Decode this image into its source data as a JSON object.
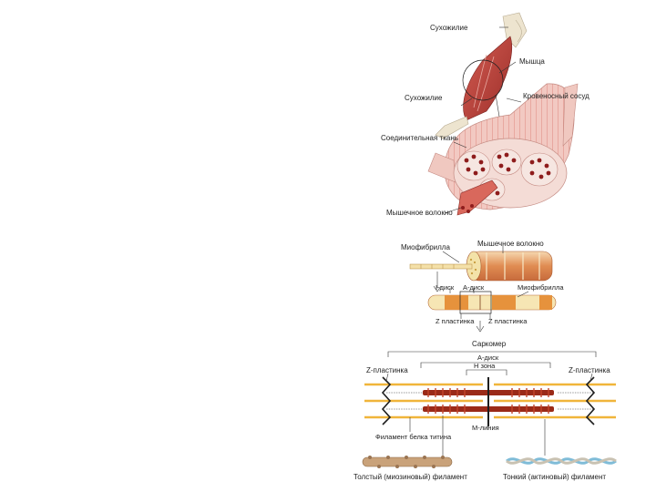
{
  "labels": {
    "tendon_top": "Сухожилие",
    "muscle": "Мышца",
    "tendon_bottom": "Сухожилие",
    "blood_vessel": "Кровеносный сосуд",
    "connective_tissue": "Соединительная ткань",
    "muscle_fiber_lower": "Мышечное волокно",
    "myofibril_left": "Миофибрилла",
    "muscle_fiber_upper": "Мышечное волокно",
    "i_disc": "I-диск",
    "a_disc_small": "A-диск",
    "myofibril_right": "Миофибрилла",
    "z_plate_1": "Z пластинка",
    "z_plate_2": "Z пластинка",
    "sarcomere": "Саркомер",
    "a_disc": "A-диск",
    "h_zone": "H зона",
    "z_plate_left": "Z-пластинка",
    "z_plate_right": "Z-пластинка",
    "m_line": "M-линия",
    "titin_filament": "Филамент белка титина",
    "thick_filament": "Толстый (миозиновый) филамент",
    "thin_filament": "Тонкий (актиновый) филамент"
  },
  "colors": {
    "muscle": "#c8524a",
    "tendon": "#efe7d4",
    "bundle": "#ecb9b3",
    "fiber_dot": "#8e1c1c",
    "myofibril_band": "#e6923c",
    "myofibril_light": "#f6e6b4",
    "actin": "#f0b53a",
    "myosin": "#9a2a18",
    "titin": "#7a7a7a"
  }
}
